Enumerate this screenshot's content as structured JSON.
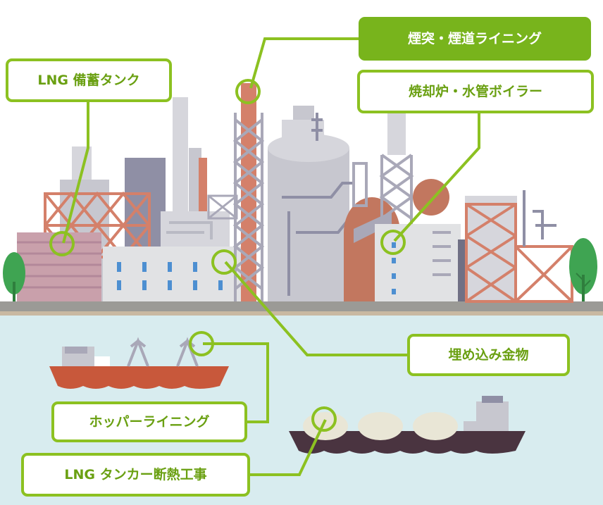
{
  "labels": {
    "chimney": "煙突・煙道ライニング",
    "incinerator": "焼却炉・水管ボイラー",
    "lng_tank": "LNG 備蓄タンク",
    "embedded": "埋め込み金物",
    "hopper": "ホッパーライニング",
    "lng_tanker": "LNG タンカー断熱工事"
  },
  "colors": {
    "accent_green": "#8cc121",
    "label_text": "#6aa012",
    "sea": "#d8ecef",
    "ground": "#9b9a96",
    "rust": "#d4806a",
    "steel": "#a9a8b8"
  }
}
